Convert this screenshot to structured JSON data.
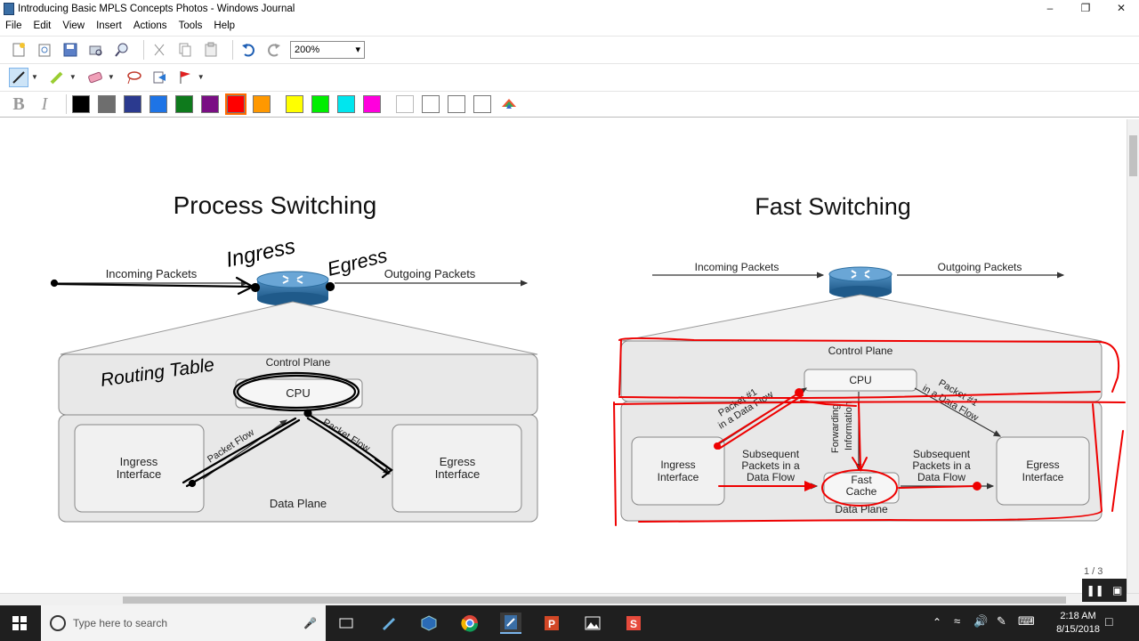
{
  "window": {
    "title": "Introducing Basic MPLS Concepts Photos - Windows Journal"
  },
  "menu": [
    "File",
    "Edit",
    "View",
    "Insert",
    "Actions",
    "Tools",
    "Help"
  ],
  "toolbar": {
    "zoom": "200%"
  },
  "palette": {
    "colors": [
      "#000000",
      "#6e6e6e",
      "#2b3a8f",
      "#1e74e6",
      "#0e7a1c",
      "#7a0f84",
      "#ff0000",
      "#ff9800",
      "#ffff00",
      "#00ee00",
      "#00e6ee",
      "#ff00dd",
      "#ffffff",
      "#ffffff",
      "#ffffff",
      "#ffffff"
    ],
    "selected_index": 6
  },
  "left_diagram": {
    "title": "Process Switching",
    "incoming": "Incoming Packets",
    "outgoing": "Outgoing Packets",
    "control_plane": "Control Plane",
    "cpu": "CPU",
    "ingress_interface_1": "Ingress",
    "ingress_interface_2": "Interface",
    "egress_interface_1": "Egress",
    "egress_interface_2": "Interface",
    "data_plane": "Data Plane",
    "packet_flow_left": "Packet Flow",
    "packet_flow_right": "Packet Flow",
    "ink_ingress": "Ingress",
    "ink_egress": "Egress",
    "ink_routing_table": "Routing Table"
  },
  "right_diagram": {
    "title": "Fast Switching",
    "incoming": "Incoming Packets",
    "outgoing": "Outgoing Packets",
    "control_plane": "Control Plane",
    "cpu": "CPU",
    "ingress_interface_1": "Ingress",
    "ingress_interface_2": "Interface",
    "egress_interface_1": "Egress",
    "egress_interface_2": "Interface",
    "subsequent_left_1": "Subsequent",
    "subsequent_left_2": "Packets in a",
    "subsequent_left_3": "Data Flow",
    "subsequent_right_1": "Subsequent",
    "subsequent_right_2": "Packets in a",
    "subsequent_right_3": "Data Flow",
    "fast_cache_1": "Fast",
    "fast_cache_2": "Cache",
    "data_plane": "Data Plane",
    "packet1_left_1": "Packet #1",
    "packet1_left_2": "in a Data Flow",
    "packet1_right_1": "Packet #1",
    "packet1_right_2": "in a Data Flow",
    "forwarding_1": "Forwarding",
    "forwarding_2": "Information"
  },
  "page_indicator": "1 / 3",
  "taskbar": {
    "search_placeholder": "Type here to search",
    "time": "2:18 AM",
    "date": "8/15/2018"
  }
}
